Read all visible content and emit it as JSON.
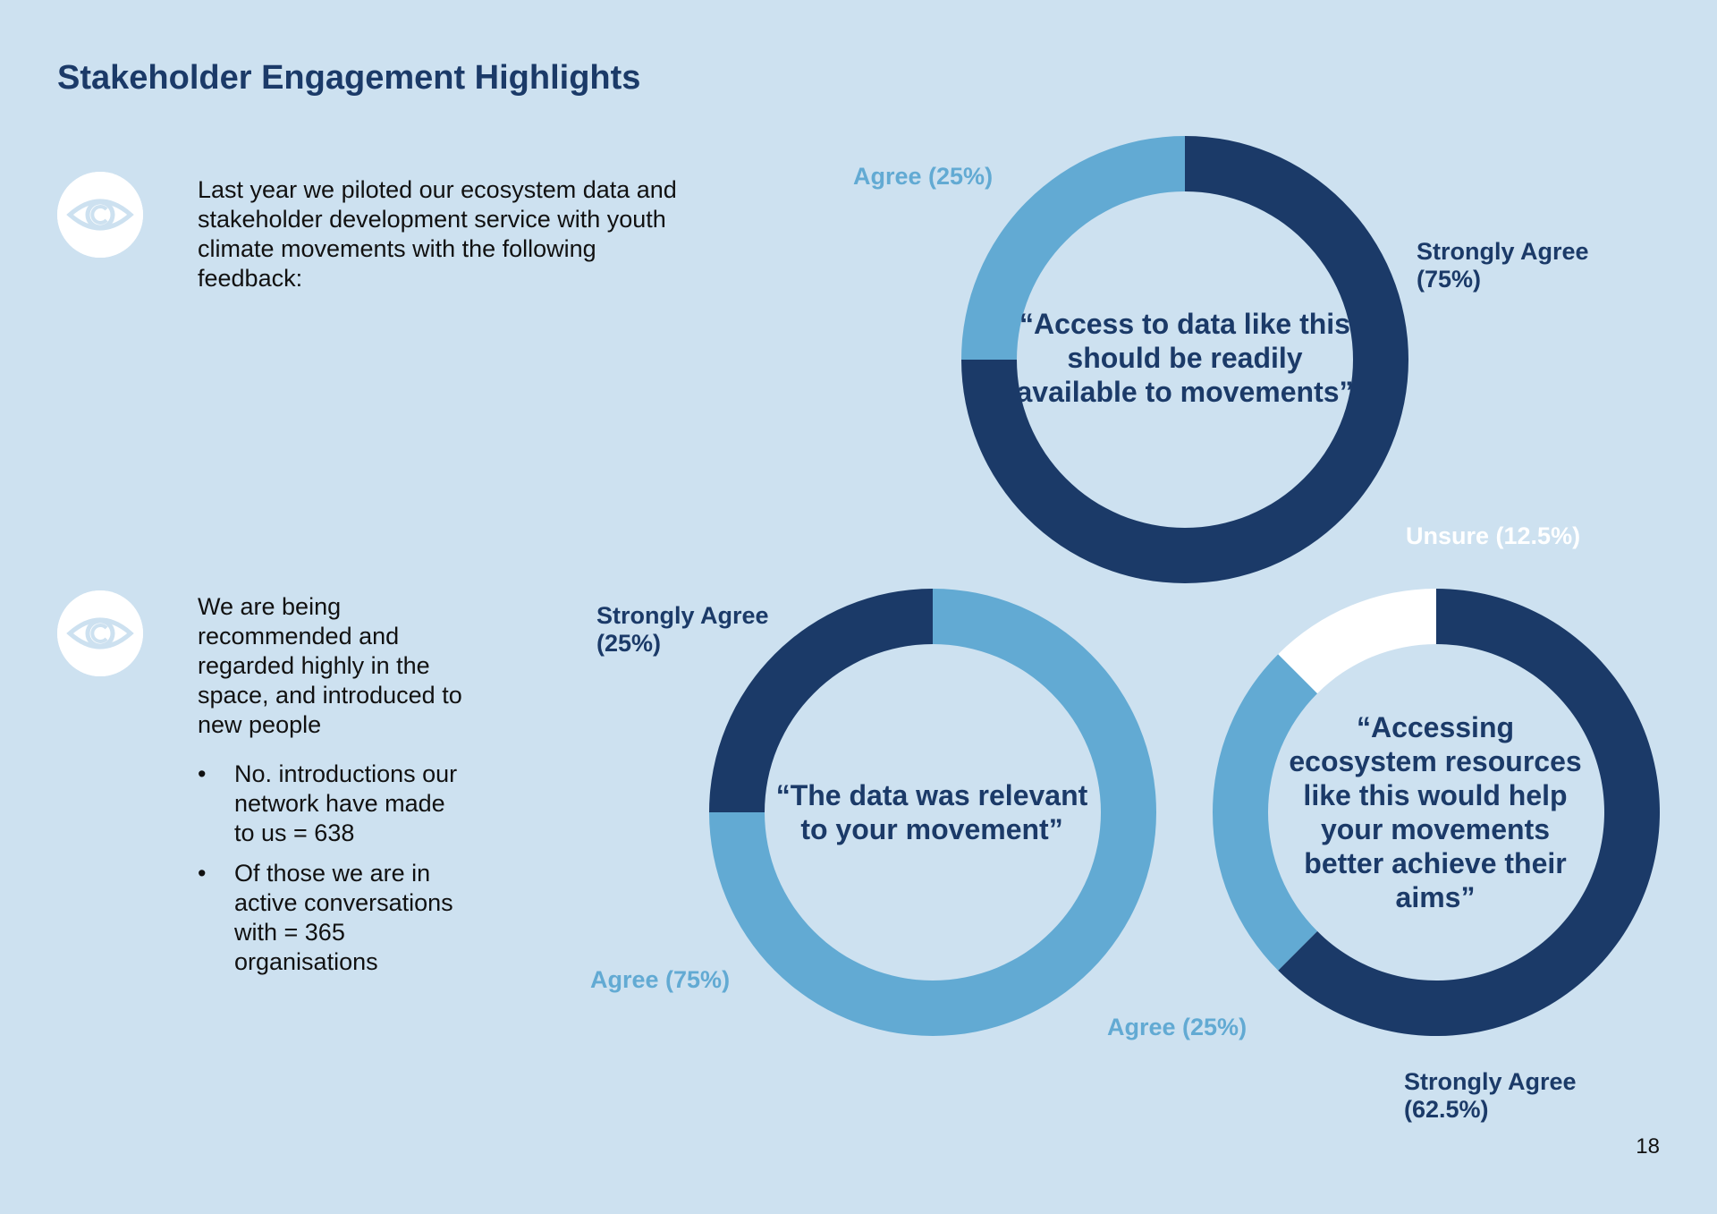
{
  "page": {
    "title": "Stakeholder Engagement Highlights",
    "page_number": "18"
  },
  "colors": {
    "background": "#cde1f0",
    "dark_navy": "#1b3a68",
    "light_blue": "#62aad3",
    "white": "#ffffff"
  },
  "intro": {
    "text": "Last year we piloted our ecosystem data and stakeholder development service with youth climate movements with the following feedback:"
  },
  "recommend": {
    "text": "We are being recommended and regarded highly in the space, and introduced to new people",
    "bullets": [
      "No. introductions our network have made to us = 638",
      "Of those we are in active conversations with = 365 organisations"
    ]
  },
  "chart_data": [
    {
      "type": "pie",
      "donut": true,
      "title": "“Access to data like this should be readily available to movements”",
      "slices": [
        {
          "label": "Strongly Agree (75%)",
          "value": 75,
          "color": "#1b3a68"
        },
        {
          "label": "Agree (25%)",
          "value": 25,
          "color": "#62aad3"
        }
      ]
    },
    {
      "type": "pie",
      "donut": true,
      "title": "“The data was relevant to your movement”",
      "slices": [
        {
          "label": "Agree (75%)",
          "value": 75,
          "color": "#62aad3"
        },
        {
          "label": "Strongly Agree (25%)",
          "value": 25,
          "color": "#1b3a68"
        }
      ]
    },
    {
      "type": "pie",
      "donut": true,
      "title": "“Accessing ecosystem resources like this would help your movements better achieve their aims”",
      "slices": [
        {
          "label": "Strongly Agree (62.5%)",
          "value": 62.5,
          "color": "#1b3a68"
        },
        {
          "label": "Agree (25%)",
          "value": 25,
          "color": "#62aad3"
        },
        {
          "label": "Unsure (12.5%)",
          "value": 12.5,
          "color": "#ffffff"
        }
      ]
    }
  ]
}
